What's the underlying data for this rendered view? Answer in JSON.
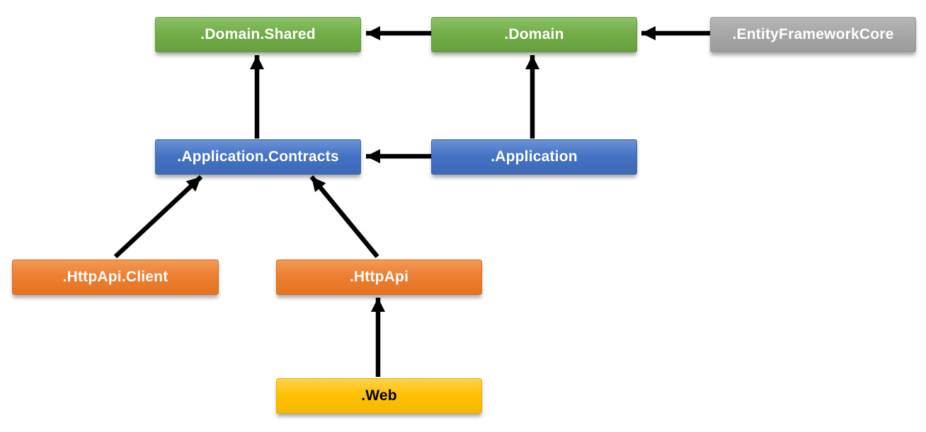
{
  "diagram": {
    "background": "#FFFFFF",
    "arrow_color": "#000000",
    "nodes": [
      {
        "id": "domain-shared",
        "label": ".Domain.Shared",
        "color": "#70AD47",
        "text_color": "#FFFFFF"
      },
      {
        "id": "domain",
        "label": ".Domain",
        "color": "#70AD47",
        "text_color": "#FFFFFF"
      },
      {
        "id": "entity-framework-core",
        "label": ".EntityFrameworkCore",
        "color": "#A6A6A6",
        "text_color": "#FFFFFF"
      },
      {
        "id": "application-contracts",
        "label": ".Application.Contracts",
        "color": "#4472C4",
        "text_color": "#FFFFFF"
      },
      {
        "id": "application",
        "label": ".Application",
        "color": "#4472C4",
        "text_color": "#FFFFFF"
      },
      {
        "id": "httpapi-client",
        "label": ".HttpApi.Client",
        "color": "#ED7D31",
        "text_color": "#FFFFFF"
      },
      {
        "id": "httpapi",
        "label": ".HttpApi",
        "color": "#ED7D31",
        "text_color": "#FFFFFF"
      },
      {
        "id": "web",
        "label": ".Web",
        "color": "#FFC000",
        "text_color": "#000000"
      }
    ],
    "edges": [
      {
        "from": "domain",
        "to": "domain-shared"
      },
      {
        "from": "entity-framework-core",
        "to": "domain"
      },
      {
        "from": "application",
        "to": "application-contracts"
      },
      {
        "from": "application-contracts",
        "to": "domain-shared"
      },
      {
        "from": "application",
        "to": "domain"
      },
      {
        "from": "httpapi-client",
        "to": "application-contracts"
      },
      {
        "from": "httpapi",
        "to": "application-contracts"
      },
      {
        "from": "web",
        "to": "httpapi"
      }
    ]
  }
}
